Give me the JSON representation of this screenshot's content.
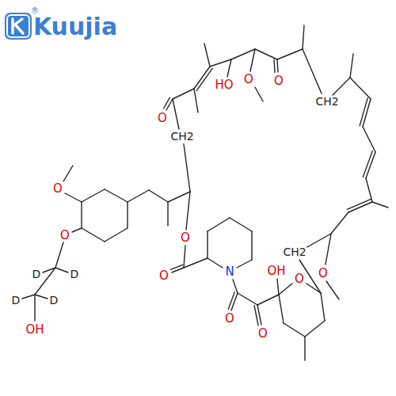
{
  "diagram": {
    "labels": [
      "®",
      "Kuujia",
      "HO",
      "O",
      "O",
      "CH2",
      "O",
      "O",
      "CH2",
      "O",
      "O",
      "D",
      "D",
      "D",
      "D",
      "N",
      "OH",
      "O",
      "O",
      "CH2",
      "O",
      "O",
      "O",
      "OH"
    ]
  }
}
